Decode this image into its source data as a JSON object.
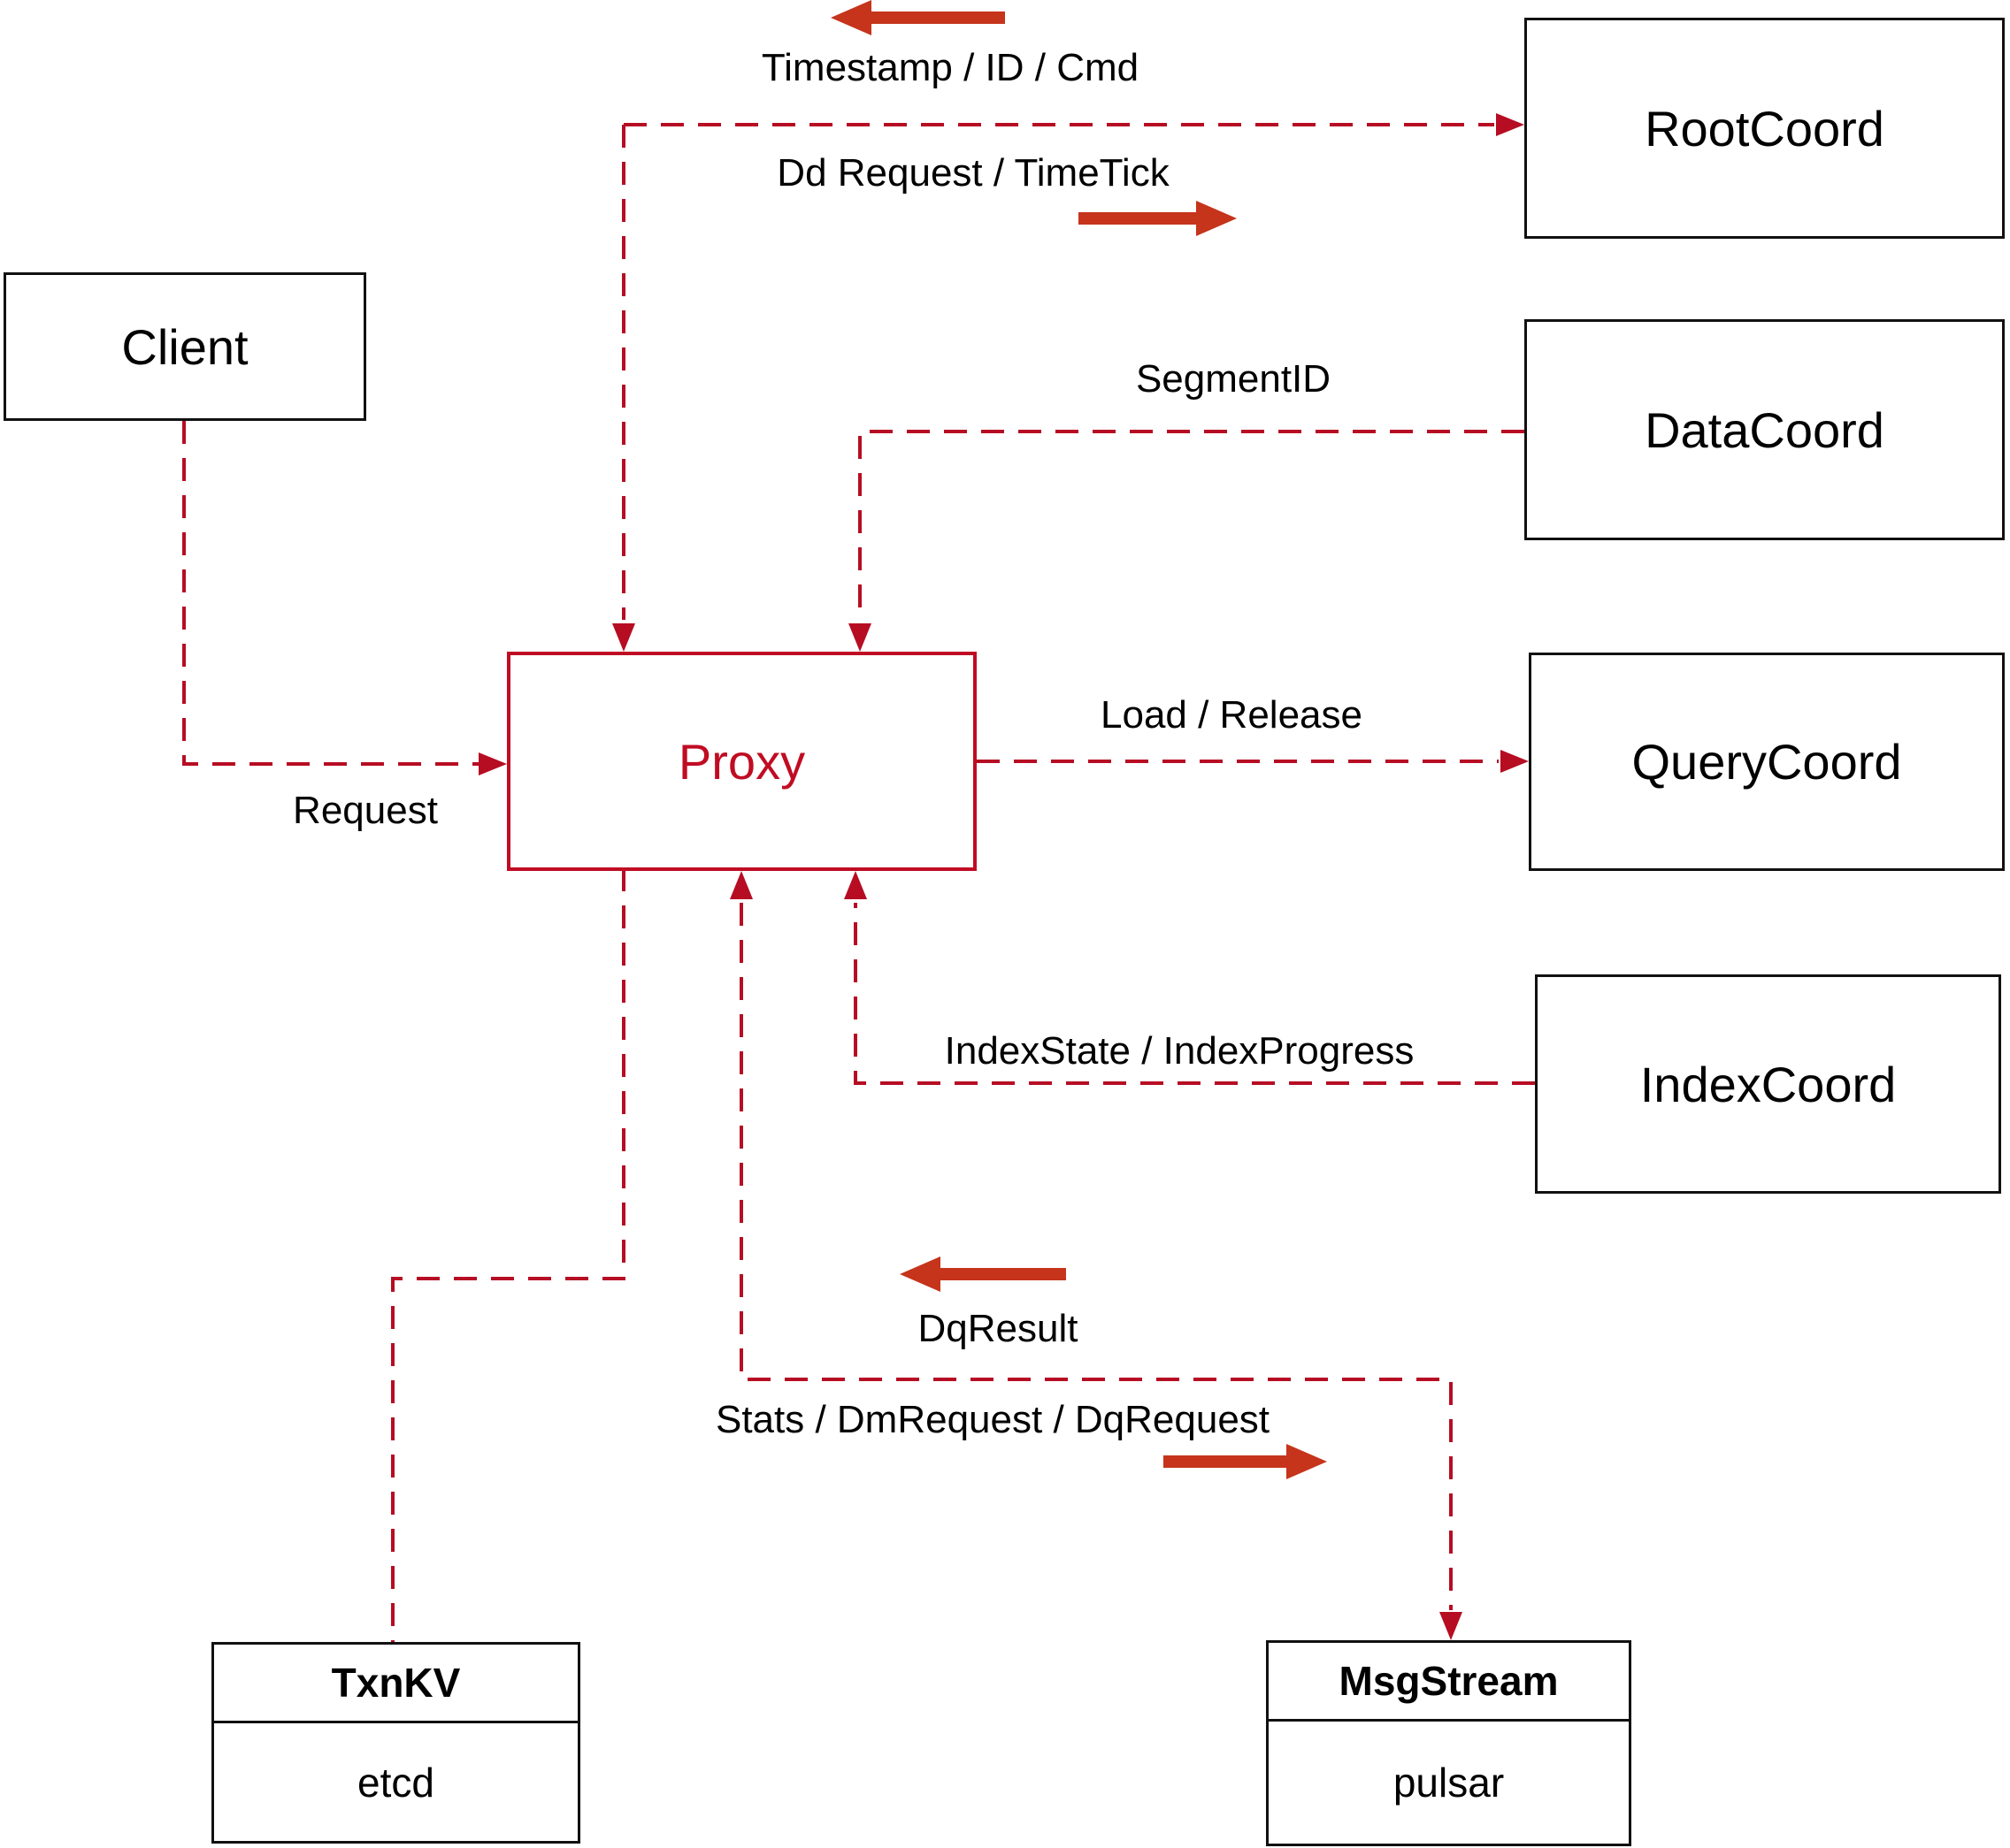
{
  "diagram": {
    "title_hint": "Proxy message-flow architecture diagram",
    "nodes": {
      "client": {
        "label": "Client"
      },
      "root_coord": {
        "label": "RootCoord"
      },
      "data_coord": {
        "label": "DataCoord"
      },
      "query_coord": {
        "label": "QueryCoord"
      },
      "index_coord": {
        "label": "IndexCoord"
      },
      "proxy": {
        "label": "Proxy"
      },
      "txn_kv": {
        "title": "TxnKV",
        "impl": "etcd"
      },
      "msg_stream": {
        "title": "MsgStream",
        "impl": "pulsar"
      }
    },
    "edge_labels": {
      "timestamp": "Timestamp / ID / Cmd",
      "dd_request": "Dd Request / TimeTick",
      "segment_id": "SegmentID",
      "request": "Request",
      "load_release": "Load / Release",
      "index_state": "IndexState / IndexProgress",
      "dq_result": "DqResult",
      "stats": "Stats / DmRequest / DqRequest"
    },
    "colors": {
      "line": "#b60d23",
      "arrow": "#c5341b",
      "proxy": "#c00c23",
      "box_border": "#111111",
      "ink": "#000000"
    }
  }
}
